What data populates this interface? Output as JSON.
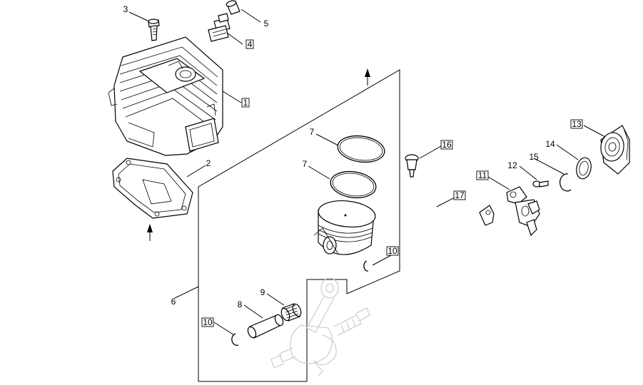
{
  "callouts": [
    {
      "id": "c1",
      "text": "1",
      "boxed": true
    },
    {
      "id": "c2",
      "text": "2",
      "boxed": false
    },
    {
      "id": "c3",
      "text": "3",
      "boxed": false
    },
    {
      "id": "c4",
      "text": "4",
      "boxed": true
    },
    {
      "id": "c5",
      "text": "5",
      "boxed": false
    },
    {
      "id": "c6",
      "text": "6",
      "boxed": false
    },
    {
      "id": "c7a",
      "text": "7",
      "boxed": false
    },
    {
      "id": "c7b",
      "text": "7",
      "boxed": false
    },
    {
      "id": "c8",
      "text": "8",
      "boxed": false
    },
    {
      "id": "c9",
      "text": "9",
      "boxed": false
    },
    {
      "id": "c10a",
      "text": "10",
      "boxed": true
    },
    {
      "id": "c10b",
      "text": "10",
      "boxed": true
    },
    {
      "id": "c11",
      "text": "11",
      "boxed": true
    },
    {
      "id": "c12",
      "text": "12",
      "boxed": false
    },
    {
      "id": "c13",
      "text": "13",
      "boxed": true
    },
    {
      "id": "c14",
      "text": "14",
      "boxed": false
    },
    {
      "id": "c15",
      "text": "15",
      "boxed": false
    },
    {
      "id": "c16",
      "text": "16",
      "boxed": true
    },
    {
      "id": "c17",
      "text": "17",
      "boxed": true
    }
  ]
}
